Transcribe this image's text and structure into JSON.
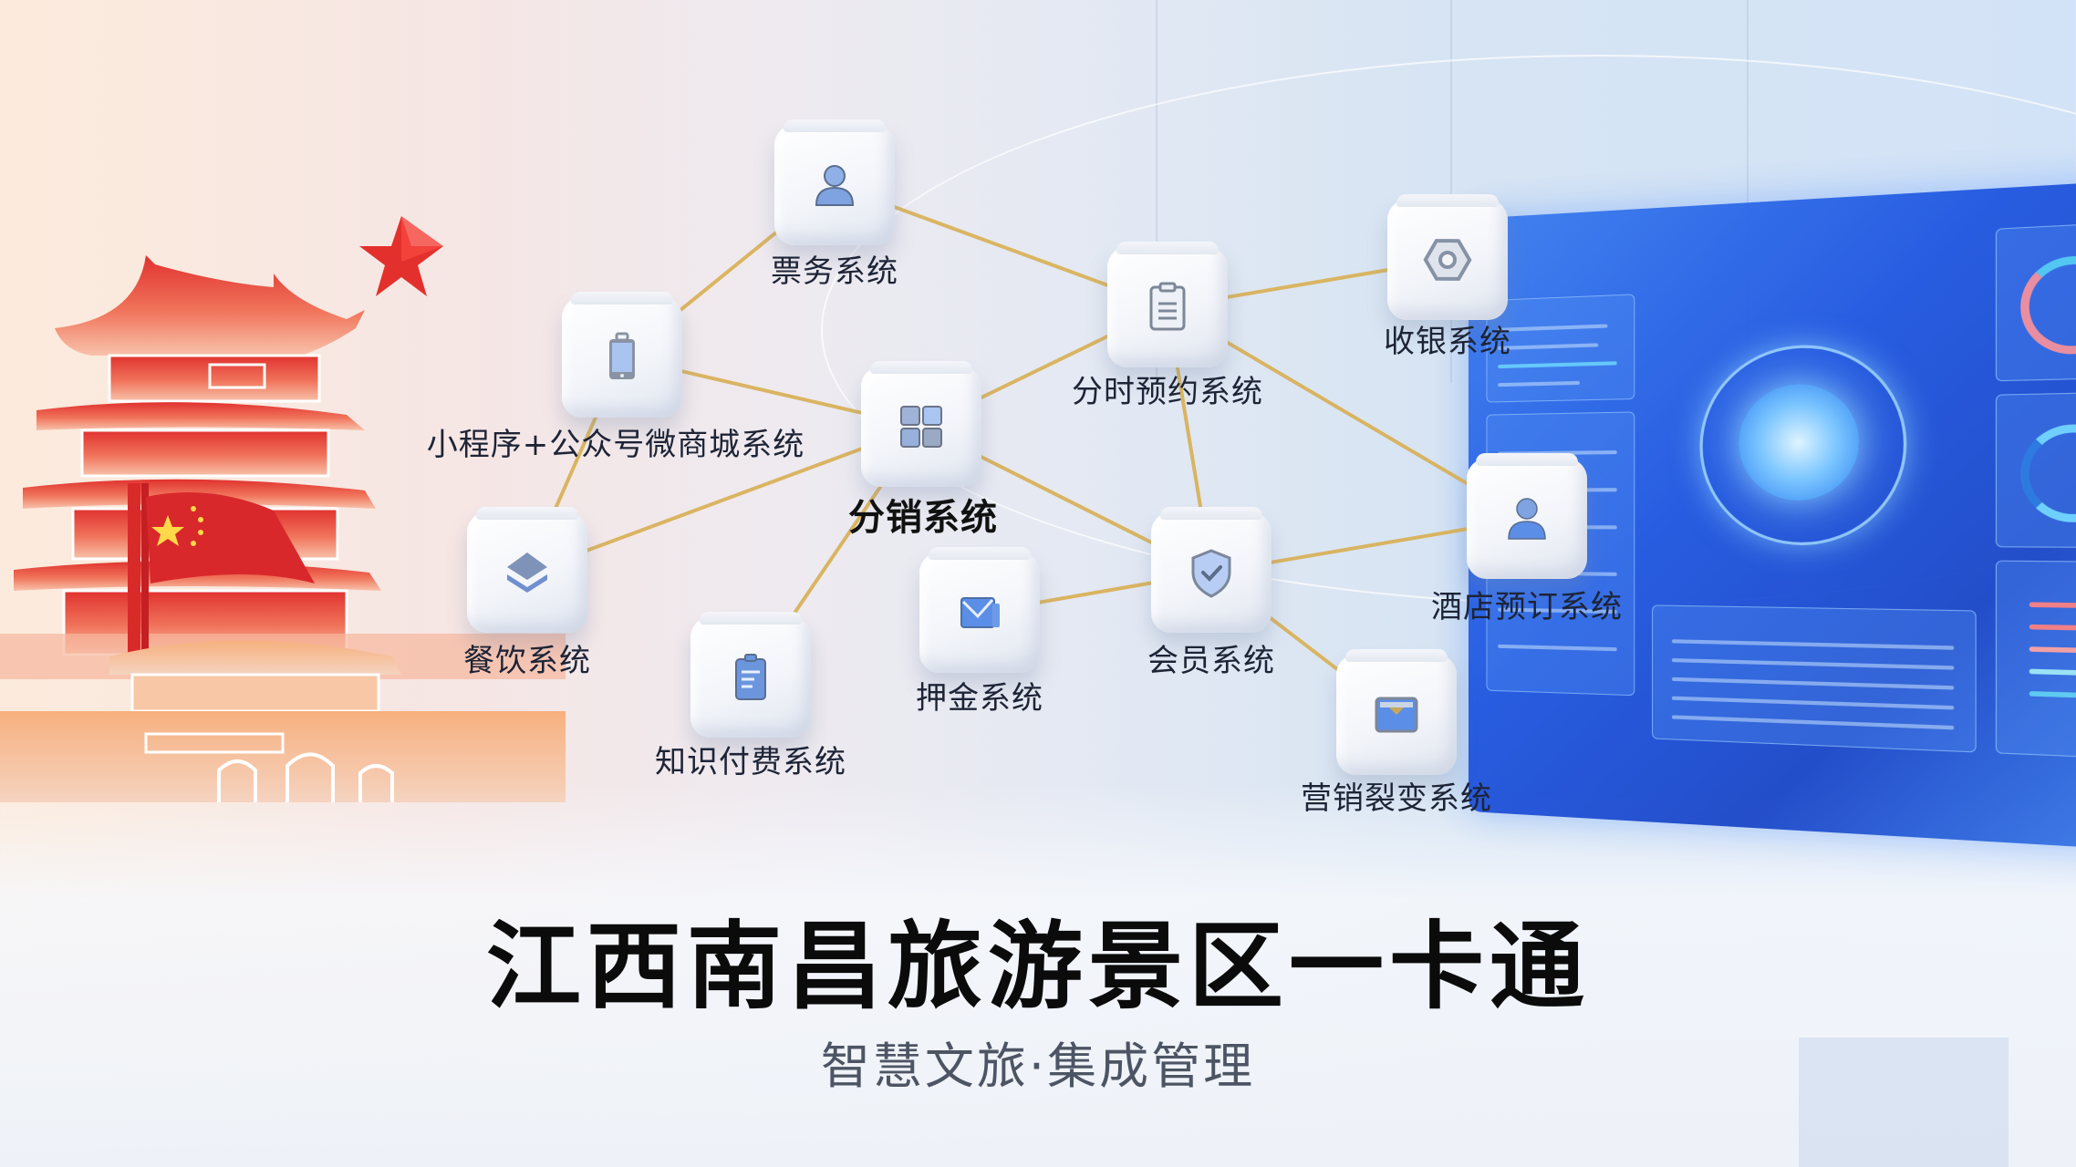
{
  "banner": {
    "title": "江西南昌旅游景区一卡通",
    "subtitle": "智慧文旅·集成管理"
  },
  "network": {
    "center_node": "分销系统",
    "nodes": [
      {
        "id": "ticketing",
        "label": "票务系统",
        "icon": "user-icon"
      },
      {
        "id": "timeslot-booking",
        "label": "分时预约系统",
        "icon": "clipboard-icon"
      },
      {
        "id": "cashier",
        "label": "收银系统",
        "icon": "hexagon-nut-icon"
      },
      {
        "id": "mini-program-mall",
        "label": "小程序+公众号微商城系统",
        "icon": "mobile-phone-icon"
      },
      {
        "id": "distribution",
        "label": "分销系统",
        "icon": "grid-apps-icon"
      },
      {
        "id": "catering",
        "label": "餐饮系统",
        "icon": "layers-icon"
      },
      {
        "id": "knowledge-payment",
        "label": "知识付费系统",
        "icon": "document-icon"
      },
      {
        "id": "deposit",
        "label": "押金系统",
        "icon": "mail-icon"
      },
      {
        "id": "membership",
        "label": "会员系统",
        "icon": "shield-check-icon"
      },
      {
        "id": "hotel-booking",
        "label": "酒店预订系统",
        "icon": "user-icon"
      },
      {
        "id": "marketing-fission",
        "label": "营销裂变系统",
        "icon": "wallet-icon"
      }
    ],
    "connector_color": "#d9b25a"
  },
  "colors": {
    "landmark_red": "#e0322f",
    "landmark_orange": "#f49a7a",
    "dashboard_blue": "#1f56e0",
    "icon_blue": "#6b96de",
    "title_text": "#0b0b0b",
    "subtitle_text": "#4d5564"
  }
}
